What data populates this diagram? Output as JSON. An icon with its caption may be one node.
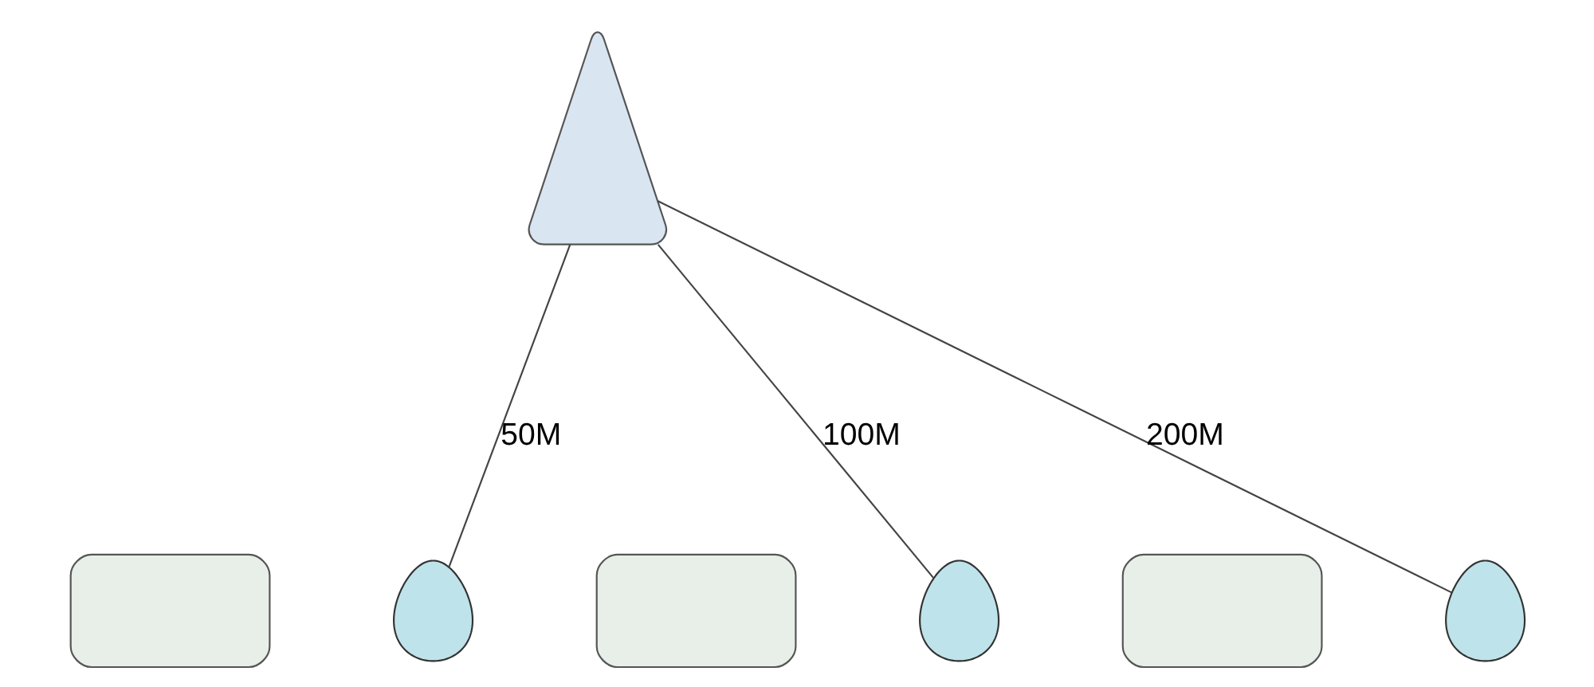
{
  "diagram": {
    "nodes": [
      {
        "text": [],
        "shape": "picture"
      },
      {
        "text": [],
        "shape": "box"
      },
      {
        "text": [],
        "shape": "person"
      },
      {
        "text": [],
        "shape": "box"
      },
      {
        "text": [],
        "shape": "person"
      },
      {
        "text": [],
        "shape": "box"
      },
      {
        "text": [],
        "shape": "person"
      }
    ],
    "edges": [
      {
        "from": 0,
        "to": 2,
        "arrow": "none",
        "label": "50M"
      },
      {
        "from": 0,
        "to": 4,
        "arrow": "none",
        "label": "100M"
      },
      {
        "from": 0,
        "to": 6,
        "arrow": "none",
        "label": "200M"
      }
    ]
  }
}
